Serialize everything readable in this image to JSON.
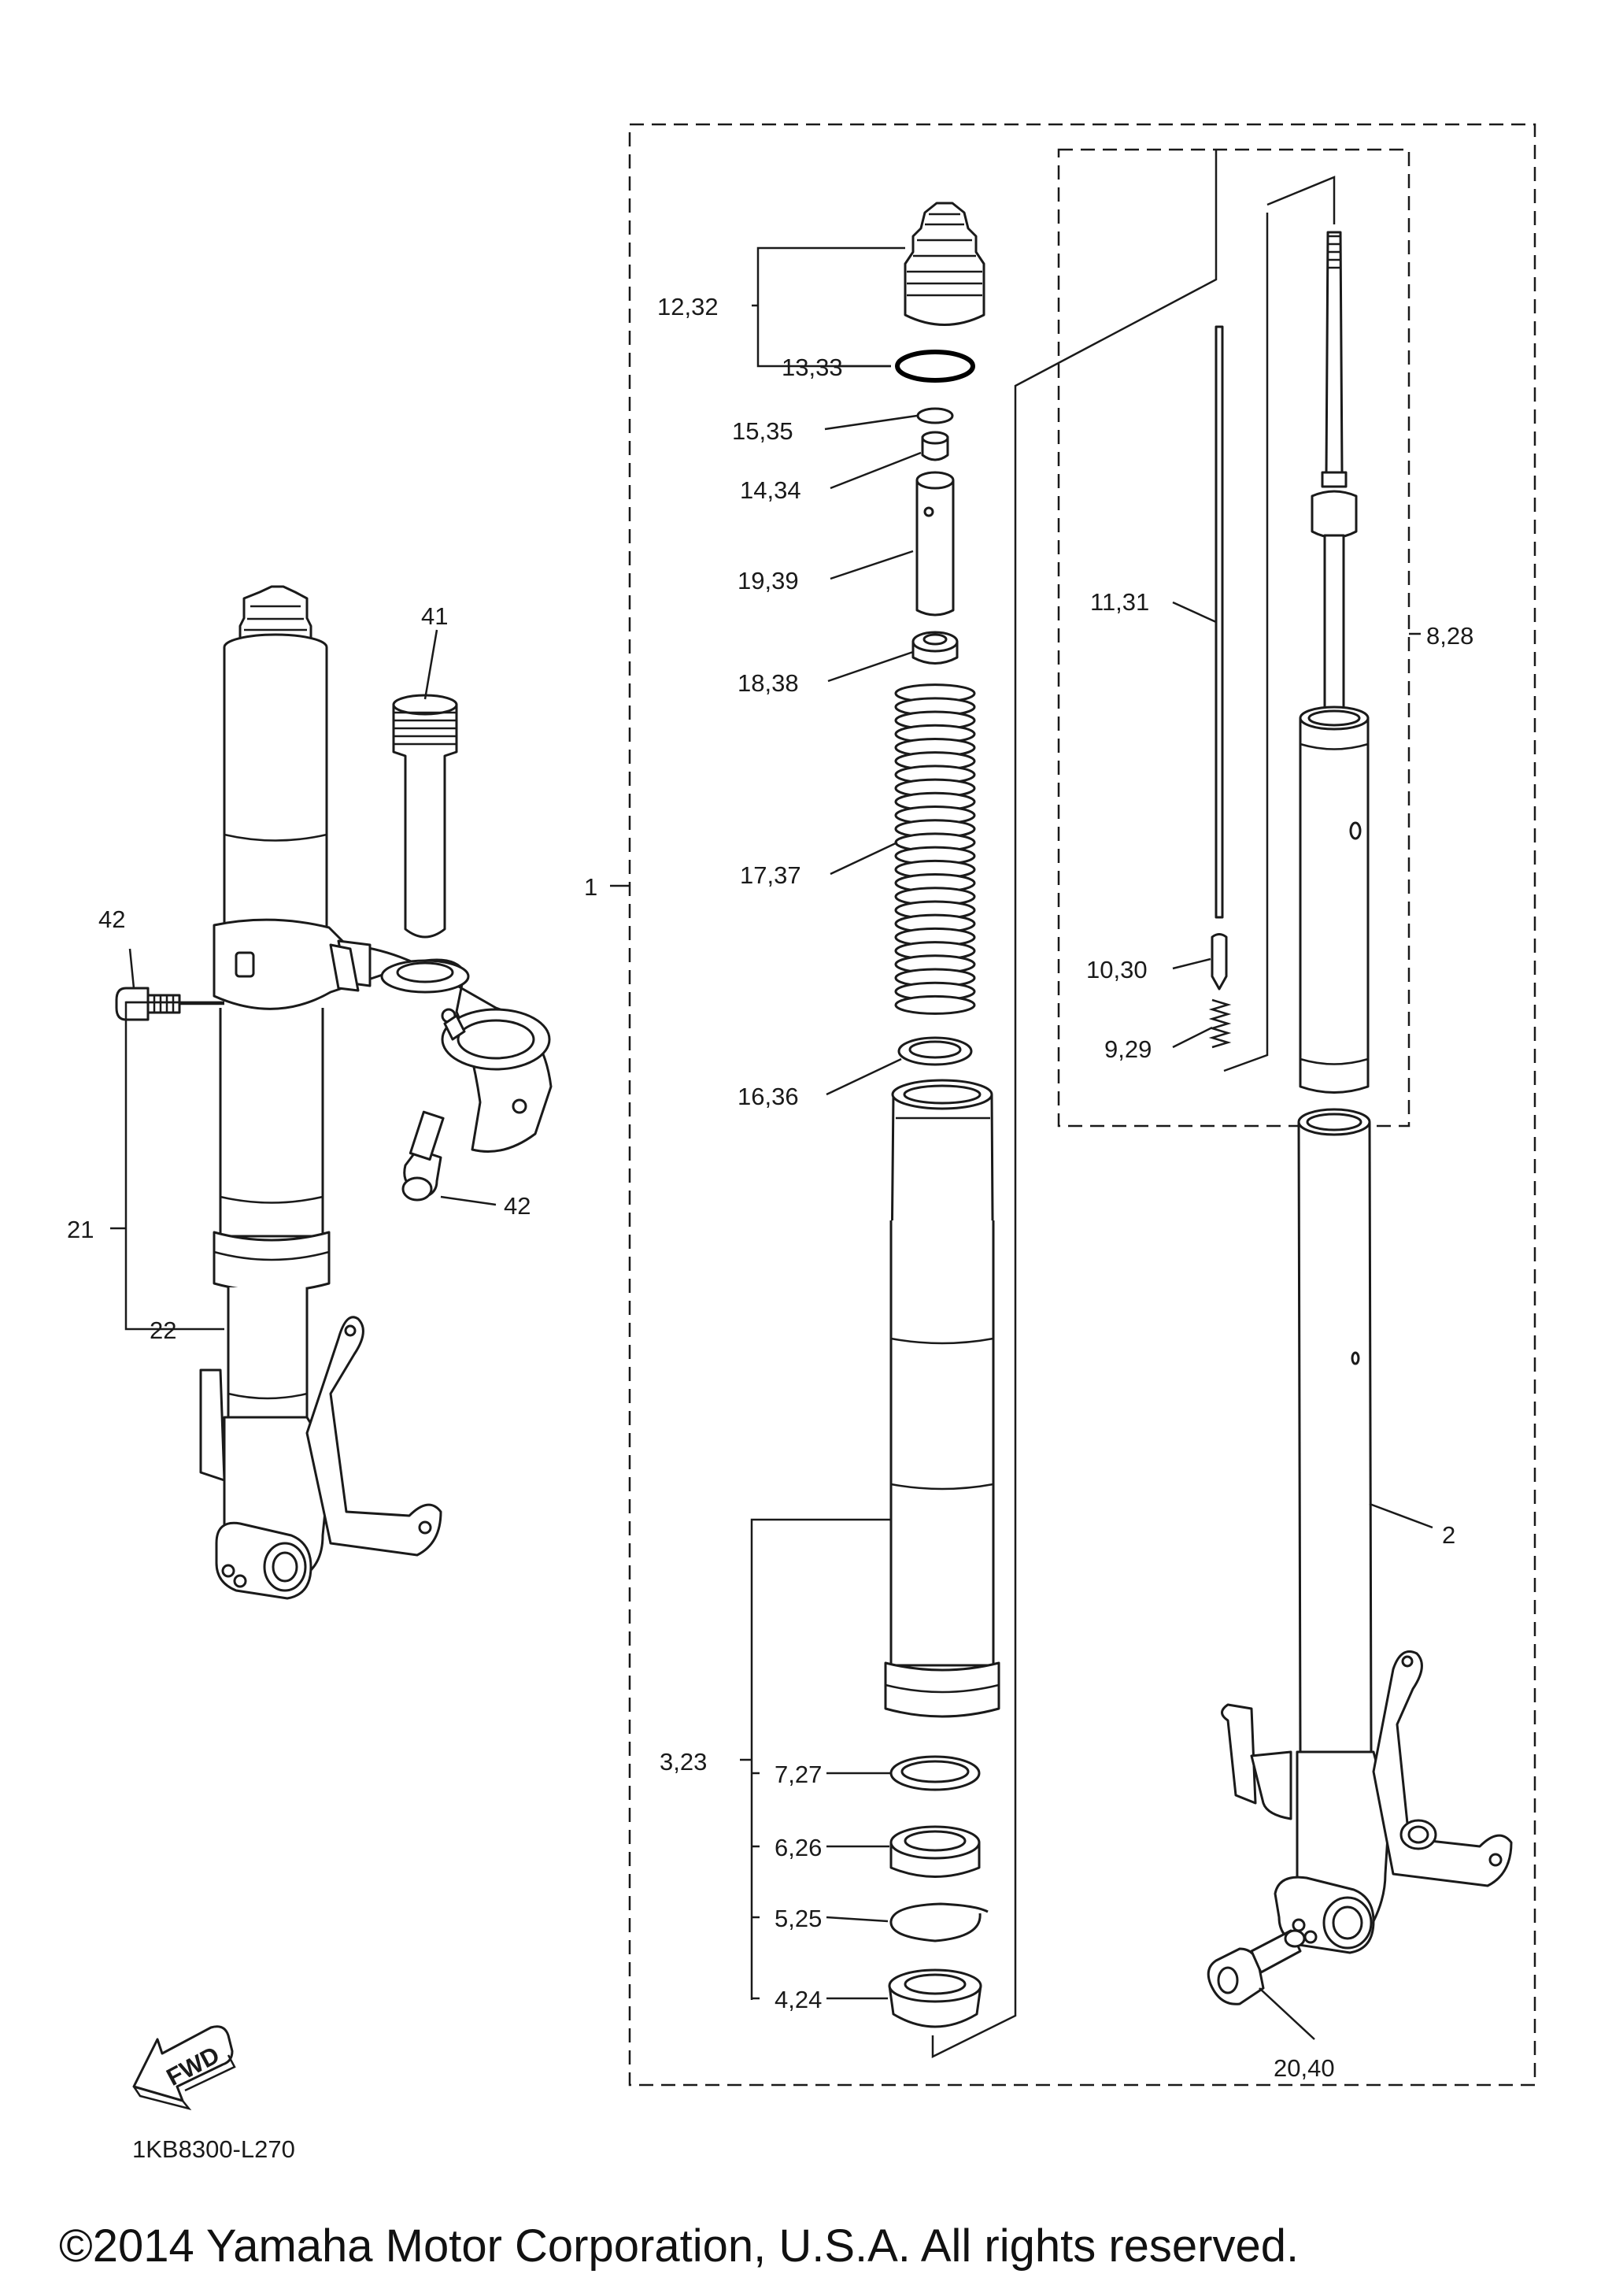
{
  "diagram_code": "1KB8300-L270",
  "fwd_mark": "FWD",
  "copyright": "©2014 Yamaha Motor Corporation, U.S.A. All rights reserved.",
  "callouts": {
    "c1": "1",
    "c2": "2",
    "c3_23": "3,23",
    "c4_24": "4,24",
    "c5_25": "5,25",
    "c6_26": "6,26",
    "c7_27": "7,27",
    "c8_28": "8,28",
    "c9_29": "9,29",
    "c10_30": "10,30",
    "c11_31": "11,31",
    "c12_32": "12,32",
    "c13_33": "13,33",
    "c14_34": "14,34",
    "c15_35": "15,35",
    "c16_36": "16,36",
    "c17_37": "17,37",
    "c18_38": "18,38",
    "c19_39": "19,39",
    "c20_40": "20,40",
    "c21": "21",
    "c22": "22",
    "c41": "41",
    "c42a": "42",
    "c42b": "42"
  },
  "colors": {
    "line": "#1a1a1a",
    "background": "#ffffff"
  }
}
